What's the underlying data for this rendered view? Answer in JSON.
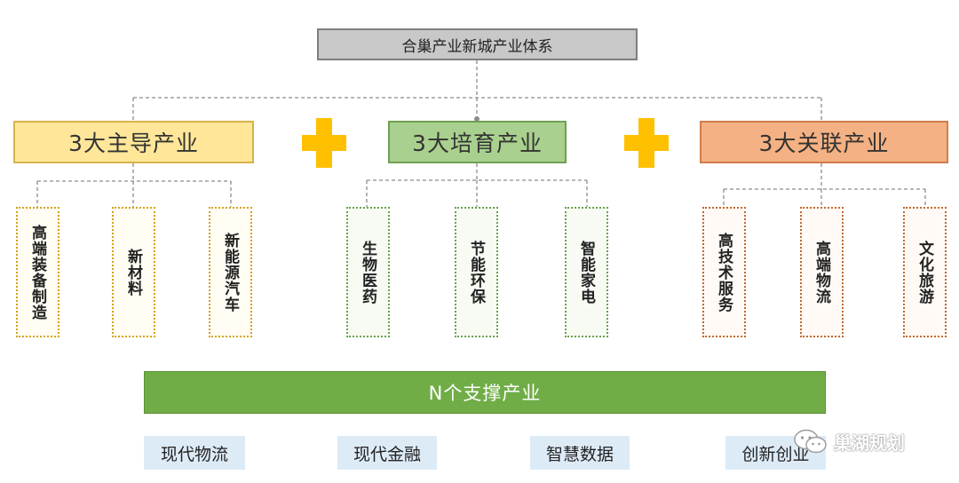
{
  "root": {
    "title": "合巢产业新城产业体系"
  },
  "categories": [
    {
      "label": "3大主导产业",
      "items": [
        "高端装备制造",
        "新材料",
        "新能源汽车"
      ]
    },
    {
      "label": "3大培育产业",
      "items": [
        "生物医药",
        "节能环保",
        "智能家电"
      ]
    },
    {
      "label": "3大关联产业",
      "items": [
        "高技术服务",
        "高端物流",
        "文化旅游"
      ]
    }
  ],
  "support": {
    "label": "N个支撑产业",
    "items": [
      "现代物流",
      "现代金融",
      "智慧数据",
      "创新创业"
    ]
  },
  "watermark": {
    "text": "巢湖规划",
    "icon": "wechat-icon"
  },
  "colors": {
    "primary_fill": "#ffe699",
    "cultivate_fill": "#a9d08e",
    "related_fill": "#f4b183",
    "support_bar": "#70ad47",
    "support_item_fill": "#ddebf7",
    "plus": "#ffc000"
  }
}
